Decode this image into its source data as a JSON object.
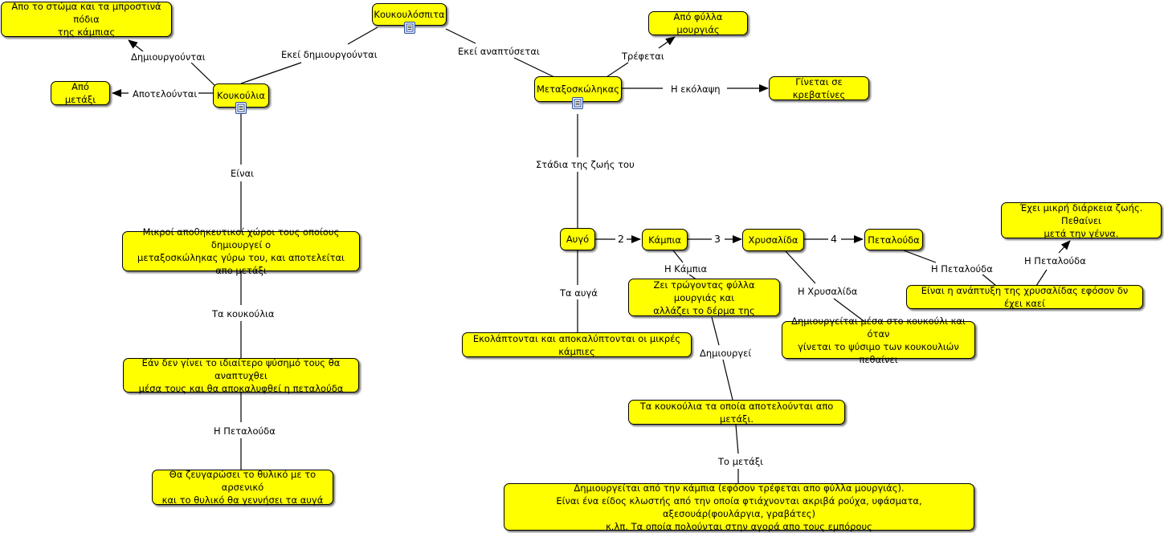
{
  "nodes": {
    "koukoulospita": "Κουκουλόσπιτα",
    "apo_to_stoma": "Απο το στώμα και τα μπροστινά πόδια\nτης κάμπιας",
    "apo_fylla": "Από φύλλα μουργιάς",
    "apo_metaksi": "Από μετάξι",
    "koukoulia": "Κουκούλια",
    "metaksoskolikas": "Μεταξοσκώληκας",
    "ginetai_krevatines": "Γίνεται σε κρεβατίνες",
    "mikroi_xoroi": "Μικροί αποθηκευτικοί χώροι τους οποίους δημιουργεί ο\nμεταξοσκώληκας γύρω του, και αποτελείται απο μετάξι",
    "ean_den": "Εάν δεν γίνει το ιδιαίτερο ψύσημό τους θα αναπτυχθει\nμέσα τους και θα αποκαλυφθεί η πεταλούδα",
    "tha_zeygarosei": "Θα ζευγαρώσει το θυλικό με το αρσενικό\nκαι το θυλικό θα γεννήσει τα αυγά",
    "avgo": "Αυγό",
    "kampia": "Κάμπια",
    "xrysalida": "Χρυσαλίδα",
    "petalouda": "Πεταλούδα",
    "exei_mikri": "Έχει μικρή διάρκεια ζωής. Πεθαίνει\nμετά την γέννα.",
    "einai_anaptyksi": "Είναι η ανάπτυξη της χρυσαλίδας εφόσον δν έχει καεί",
    "zei_trogontas": "Ζει τρώγοντας φύλλα μουργιάς και\nαλλάζει το δέρμα της",
    "dimiourgeitai_mesa": "Δημιουργείται μέσα στο κουκούλι και όταν\nγίνεται το ψύσιμο των κουκουλιών πεθαίνει",
    "ekolaptontai": "Εκολάπτονται και αποκαλύπτονται οι μικρές κάμπιες",
    "ta_koukoulia_ta_opoia": "Τα κουκούλια τα οποία αποτελούνται απο μετάξι.",
    "dimiourgeitai_apo": "Δημιουργείται από την κάμπια (εφόσον τρέφεται απο φύλλα μουργιάς).\nΕίναι ένα είδος κλωστής από την οποία φτιάχνονται ακριβά ρούχα, υφάσματα, αξεσουάρ(φουλάργια, γραβάτες)\nκ.λπ. Τα οποία πολούνται στην αγορά απο τους εμπόρους"
  },
  "links": {
    "ekei_dimiourgountai": "Εκεί δημιουργούνται",
    "ekei_anaptysetai": "Εκεί αναπτύσεται",
    "dimiourgountai": "Δημιουργούνται",
    "apoteloyntai": "Αποτελούνται",
    "trefetai": "Τρέφεται",
    "i_ekolapsi": "Η εκόλαψη",
    "einai": "Είναι",
    "stadia": "Στάδια της ζωής του",
    "ta_koukoulia": "Τα κουκούλια",
    "i_petalouda_left": "Η Πεταλούδα",
    "n2": "2",
    "n3": "3",
    "n4": "4",
    "i_kampia": "Η Κάμπια",
    "i_xrysalida": "Η Χρυσαλίδα",
    "i_petalouda_a": "Η Πεταλούδα",
    "i_petalouda_b": "Η Πεταλούδα",
    "ta_avga": "Τα αυγά",
    "dimiourgei": "Δημιουργεί",
    "to_metaksi": "Το μετάξι"
  }
}
